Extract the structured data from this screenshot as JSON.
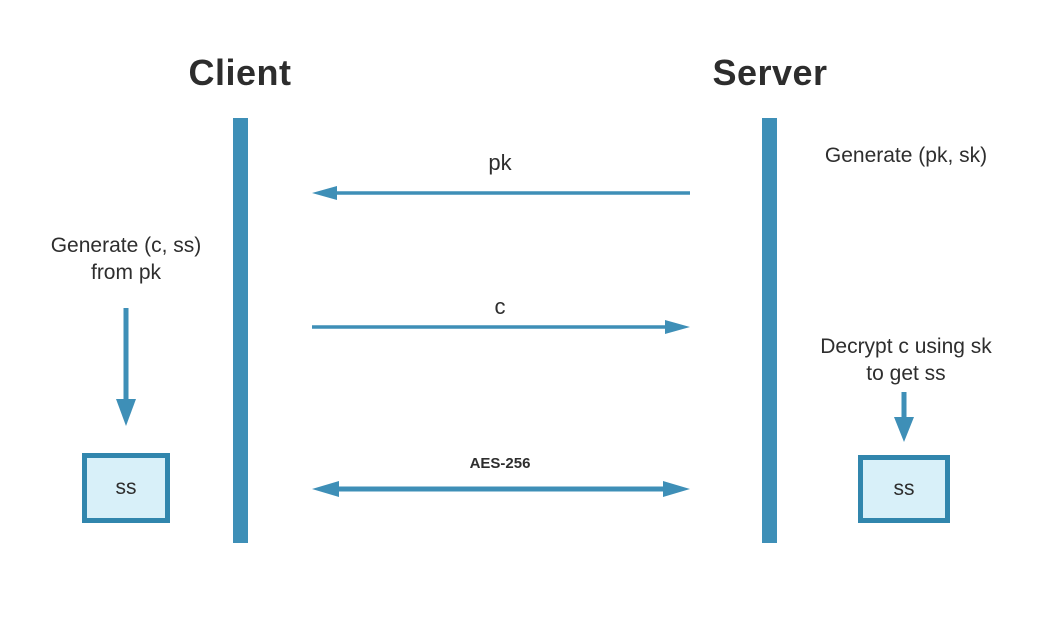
{
  "diagram": {
    "client": {
      "title": "Client"
    },
    "server": {
      "title": "Server"
    },
    "messages": [
      {
        "label": "pk",
        "from": "server",
        "to": "client",
        "direction": "left"
      },
      {
        "label": "c",
        "from": "client",
        "to": "server",
        "direction": "right"
      },
      {
        "label": "AES-256",
        "from": "both",
        "to": "both",
        "direction": "both"
      }
    ],
    "annotations": {
      "server_generate": "Generate (pk, sk)",
      "client_generate": "Generate (c, ss)\nfrom pk",
      "server_decrypt": "Decrypt c using sk\nto get ss"
    },
    "boxes": {
      "client_ss_label": "ss",
      "server_ss_label": "ss"
    },
    "colors": {
      "accent_blue": "#3e8fb7",
      "box_border": "#3186ad",
      "box_fill": "#d8f0f9",
      "text": "#2e2e2e"
    }
  }
}
